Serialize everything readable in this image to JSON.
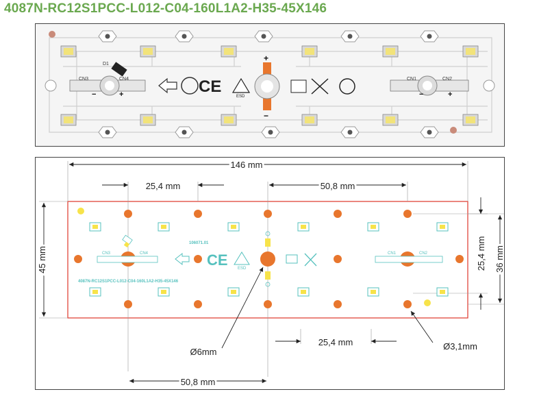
{
  "header": {
    "title": "4087N-RC12S1PCC-L012-C04-160L1A2-H35-45X146"
  },
  "photo": {
    "connectors": {
      "cn1": "CN1",
      "cn2": "CN2",
      "cn3": "CN3",
      "cn4": "CN4"
    },
    "diode_label": "D1",
    "esd_label": "ESD",
    "plus_sign": "+",
    "minus_sign": "−"
  },
  "drawing": {
    "dims": {
      "overall_width": "146 mm",
      "top_left_pitch": "25,4 mm",
      "top_right_pitch": "50,8 mm",
      "height": "45 mm",
      "inner_height": "36 mm",
      "half_height": "25,4 mm",
      "bottom_pitch": "25,4 mm",
      "bottom_offset": "50,8 mm",
      "center_hole": "Ø6mm",
      "small_hole": "Ø3,1mm"
    },
    "board_code": "106071.01",
    "board_label": "4087N-RC12S1PCC-L012-C04-160L1A2-H35-45X146",
    "connectors": {
      "cn1": "CN1",
      "cn2": "CN2",
      "cn3": "CN3",
      "cn4": "CN4"
    },
    "esd_label": "ESD"
  },
  "colors": {
    "title_green": "#6aa84f",
    "board_outline": "#e0453a",
    "hole_orange": "#e8762d",
    "led_yellow": "#f7e34a",
    "teal_marking": "#56c1be"
  }
}
